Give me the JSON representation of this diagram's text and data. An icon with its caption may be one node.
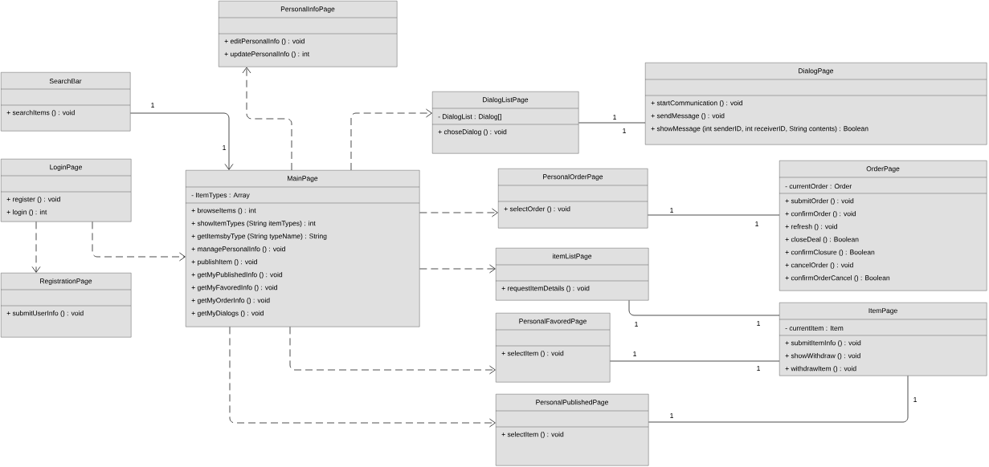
{
  "diagram": {
    "nodes": [
      {
        "text": [
          "PersonalInfoPage",
          "+ editPersonalInfo () : void",
          "+ updatePersonalInfo () : int"
        ]
      },
      {
        "text": [
          "SearchBar",
          "+ searchItems () : void"
        ]
      },
      {
        "text": [
          "DialogListPage",
          "- DialogList : Dialog[]",
          "+ choseDialog () : void"
        ]
      },
      {
        "text": [
          "DialogPage",
          "+ startCommunication () : void",
          "+ sendMessage () : void",
          "+ showMessage (int senderID, int receiverID, String contents) : Boolean"
        ]
      },
      {
        "text": [
          "LoginPage",
          "+ register () : void",
          "+ login () : int"
        ]
      },
      {
        "text": [
          "MainPage",
          "- ItemTypes : Array",
          "+ browseItems () : int",
          "+ showItemTypes (String itemTypes) : int",
          "+ getItemsbyType (String typeName) : String",
          "+ managePersonalInfo () : void",
          "+ publishItem () : void",
          "+ getMyPublishedInfo () : void",
          "+ getMyFavoredInfo () : void",
          "+ getMyOrderInfo () : void",
          "+ getMyDialogs () : void"
        ]
      },
      {
        "text": [
          "PersonalOrderPage",
          "+ selectOrder () : void"
        ]
      },
      {
        "text": [
          "OrderPage",
          "- currentOrder : Order",
          "+ submitOrder () : void",
          "+ confirmOrder () : void",
          "+ refresh () : void",
          "+ closeDeal () : Boolean",
          "+ confirmClosure () : Boolean",
          "+ cancelOrder () : void",
          "+ confirmOrderCancel () : Boolean"
        ]
      },
      {
        "text": [
          "RegistrationPage",
          "+ submitUserInfo () : void"
        ]
      },
      {
        "text": [
          "itemListPage",
          "+ requestItemDetails () : void"
        ]
      },
      {
        "text": [
          "PersonalFavoredPage",
          "+ selectItem () : void"
        ]
      },
      {
        "text": [
          "ItemPage",
          "- currentItem : Item",
          "+ submitItemInfo () : void",
          "+ showWithdraw () : void",
          "+ withdrawItem () : void"
        ]
      },
      {
        "text": [
          "PersonalPublishedPage",
          "+ selectItem () : void"
        ]
      }
    ],
    "edges": [
      {
        "from": 1,
        "to": 5,
        "arrow": "to"
      },
      {
        "from": 5,
        "to": 0,
        "arrow": "to",
        "style": "dashed"
      },
      {
        "from": 5,
        "to": 2,
        "arrow": "to",
        "style": "dashed"
      },
      {
        "from": 2,
        "to": 3,
        "arrow": "none"
      },
      {
        "from": 4,
        "to": 8,
        "arrow": "to",
        "style": "dashed"
      },
      {
        "from": 4,
        "to": 5,
        "arrow": "to",
        "style": "dashed"
      },
      {
        "from": 5,
        "to": 6,
        "arrow": "to",
        "style": "dashed"
      },
      {
        "from": 5,
        "to": 9,
        "arrow": "to",
        "style": "dashed"
      },
      {
        "from": 5,
        "to": 10,
        "arrow": "to",
        "style": "dashed"
      },
      {
        "from": 5,
        "to": 12,
        "arrow": "to",
        "style": "dashed"
      },
      {
        "from": 6,
        "to": 7,
        "arrow": "none"
      },
      {
        "from": 9,
        "to": 11,
        "arrow": "none"
      },
      {
        "from": 10,
        "to": 11,
        "arrow": "none"
      },
      {
        "from": 12,
        "to": 11,
        "arrow": "none"
      }
    ],
    "labels": [
      "1",
      "1",
      "1",
      "1",
      "1",
      "1",
      "1",
      "1",
      "1",
      "1",
      "1",
      "1"
    ]
  }
}
